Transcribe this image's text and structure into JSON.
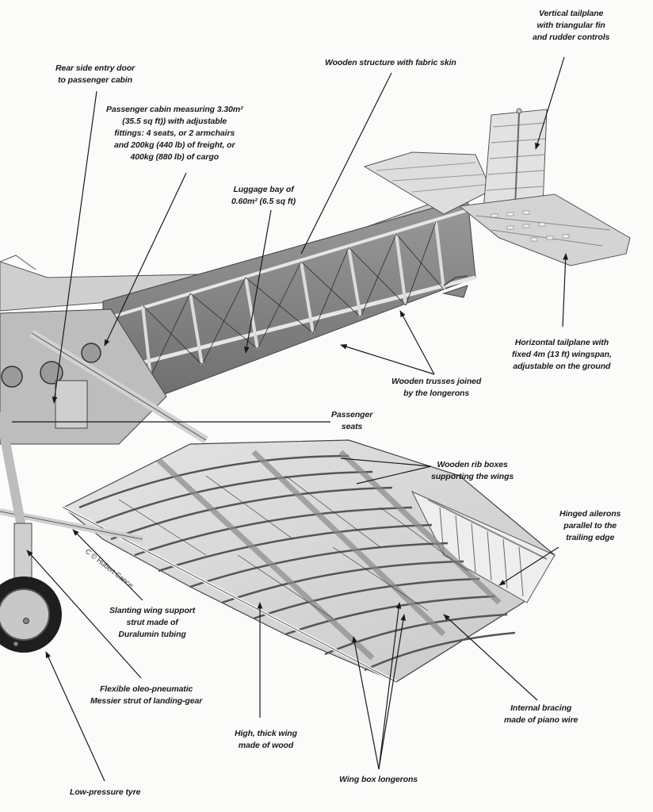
{
  "figure": {
    "subject": "Cutaway of a high-wing wooden light aircraft",
    "credit": "C © Hubert Cance.",
    "colors": {
      "background": "#fbfbfa",
      "structure_light": "#d9d9d9",
      "structure_mid": "#a8a8a8",
      "structure_dark": "#6e6e6e",
      "ink": "#1a1a1a"
    }
  },
  "callouts": [
    {
      "id": "vertical-tailplane",
      "lines": [
        "Vertical tailplane",
        "with triangular fin",
        "and rudder controls"
      ]
    },
    {
      "id": "rear-door",
      "lines": [
        "Rear side entry door",
        "to passenger cabin"
      ]
    },
    {
      "id": "wooden-structure",
      "lines": [
        "Wooden structure with fabric skin"
      ]
    },
    {
      "id": "passenger-cabin",
      "lines": [
        "Passenger cabin measuring 3.30m²",
        "(35.5 sq ft)) with adjustable",
        "fittings: 4 seats, or 2 armchairs",
        "and 200kg (440 lb) of freight, or",
        "400kg (880 lb) of cargo"
      ]
    },
    {
      "id": "luggage-bay",
      "lines": [
        "Luggage bay of",
        "0.60m²  (6.5 sq ft)"
      ]
    },
    {
      "id": "horizontal-tailplane",
      "lines": [
        "Horizontal tailplane with",
        "fixed 4m (13 ft) wingspan,",
        "adjustable on the ground"
      ]
    },
    {
      "id": "wooden-trusses",
      "lines": [
        "Wooden trusses joined",
        "by the longerons"
      ]
    },
    {
      "id": "passenger-seats",
      "lines": [
        "Passenger",
        "seats"
      ]
    },
    {
      "id": "rib-boxes",
      "lines": [
        "Wooden rib boxes",
        "supporting the wings"
      ]
    },
    {
      "id": "ailerons",
      "lines": [
        "Hinged ailerons",
        "parallel to the",
        "trailing edge"
      ]
    },
    {
      "id": "wing-strut",
      "lines": [
        "Slanting wing support",
        "strut made of",
        "Duralumin tubing"
      ]
    },
    {
      "id": "oleo-strut",
      "lines": [
        "Flexible oleo-pneumatic",
        "Messier strut of landing-gear"
      ]
    },
    {
      "id": "thick-wing",
      "lines": [
        "High, thick wing",
        "made of wood"
      ]
    },
    {
      "id": "internal-bracing",
      "lines": [
        "Internal bracing",
        "made of piano wire"
      ]
    },
    {
      "id": "wing-box-longerons",
      "lines": [
        "Wing box longerons"
      ]
    },
    {
      "id": "tyre",
      "lines": [
        "Low-pressure tyre"
      ]
    }
  ]
}
